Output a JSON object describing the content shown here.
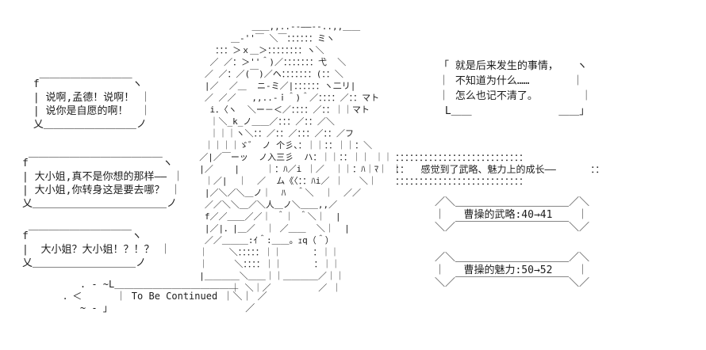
{
  "page": {
    "background_color": "#ffffff",
    "ink_color": "#1c1c1c"
  },
  "narration_box": {
    "lines": [
      "「 就是后来发生的事情，   ヽ",
      "｜ 不知道为什么……       ｜",
      "｜ 怎么也记不清了。       ｜",
      " L＿＿              ＿＿」"
    ]
  },
  "speech_bubbles": [
    {
      "speaker_lines": [
        "说啊,孟德！说啊！",
        "说你是自愿的啊！"
      ],
      "lines": [
        " f￣￣￣￣￣￣￣￣￣ヽ",
        " | 说啊,孟德！说啊！ ｜",
        " | 说你是自愿的啊！  ｜",
        " 乂＿＿＿＿＿＿＿＿＿ノ"
      ]
    },
    {
      "speaker_lines": [
        "大小姐,真不是你想的那样——",
        "大小姐,你转身这是要去哪？"
      ],
      "lines": [
        "f￣￣￣￣￣￣￣￣￣￣￣￣￣ヽ",
        "| 大小姐,真不是你想的那样—— ｜",
        "| 大小姐,你转身这是要去哪？ ｜",
        "乂＿＿＿＿＿＿＿＿＿＿＿＿＿ノ"
      ]
    },
    {
      "speaker_lines": [
        "大小姐？大小姐！？！？"
      ],
      "lines": [
        "f￣￣￣￣￣￣￣￣￣￣ヽ",
        "|  大小姐？大小姐！？！？ ｜",
        "乂＿＿＿＿＿＿＿＿＿＿ノ"
      ]
    }
  ],
  "growth_caption": {
    "text": "感觉到了武略、魅力上的成长——",
    "lines": [
      "：：：：：：：：：：：：：：：：：：：：：：：：：：：",
      "：：  感觉到了武略、魅力上的成长——      ：：",
      "：：：：：：：：：：：：：：：：：：：：：：：：：：："
    ]
  },
  "stat_boxes": [
    {
      "stat": "曹操的武略",
      "from": "40",
      "to": "41",
      "text": "曹操的武略:40→41",
      "lines": [
        "／＼＿＿＿＿＿＿＿＿＿＿＿／＼",
        "｜   曹操的武略:40→41    ｜",
        "＼／￣￣￣￣￣￣￣￣￣￣￣＼／"
      ]
    },
    {
      "stat": "曹操的魅力",
      "from": "50",
      "to": "52",
      "text": "曹操的魅力:50→52",
      "lines": [
        "／＼＿＿＿＿＿＿＿＿＿＿＿／＼",
        "｜   曹操的魅力:50→52    ｜",
        "＼／￣￣￣￣￣￣￣￣￣￣￣＼／"
      ]
    }
  ],
  "to_be_continued": {
    "text": "To Be Continued",
    "lines": [
      "    . - ~L＿＿＿＿＿＿＿＿＿＿＿＿＿",
      " ．＜      ｜ To Be Continued ｜＼｜ ／",
      "    ~ - ｣                        ／"
    ]
  },
  "aa_character": {
    "description": "ascii-art-portrait",
    "lines": [
      "            ＿＿,,..--――--..,,＿＿",
      "        ＿-''￣ ＼￣：：：：：：ミヽ",
      "     ：：：＞ｘ＿＞：：：：：：：：ヽ＼",
      "    ／ ／：＞''＾)／：：：：：：：弋  ＼",
      "   ／ ／：／(￣)／ヘ：：：：：：：(：：＼",
      "   |／  ／＿  ニ-ミ／|：：：：：：ヽ二リ|",
      "   ／ ／／   ,,..-ｉ＾)＾／：：：：／：：マト",
      "    i．〈ヽ  ＼ー－＜／：：：：／：：｜｜マト",
      "    ｜＼_k_ノ＿＿／：：：／：：／＼",
      "    ｜｜｜ヽ＼：：／：：／：：：／：：／フ",
      "   ｜｜｜｜ゞ゛ ノ 个彡、：｜｜：：｜｜：＼",
      "  ／|／￣ーッ  ノ入三彡  ハ：｜｜：：｜｜ ｜｜",
      "  |／    |     ｜：ﾊ／i ｜／  ｜｜：ﾊ｜ﾏ｜ ｜",
      "   ｜／|  ｜  ／  ム《〈：：ﾊi／ ｜   ＼｜",
      "   |／＼／＼＿ノ｜  ﾊ  ＾＼  ｜  ／／",
      "   ／／＼＼＿／＼人＿ノ＼＿＿,,／",
      "   f／／＿＿／／｜ ＾｜ ＾＼｜  |",
      "   |／|．|＿／  ｜ ／＿＿  ＼｜  |",
      "   ／／＿＿＿:ｲ＾:＿＿。ｪq（＾）",
      "  ｜    ＼：：：：：｜｜      ：｜｜",
      "  ｜     ＼：：：：｜｜      ：｜｜",
      "  |＿＿＿＿＼＿＿｜｜＿＿＿＿／｜｜",
      "        ｜ ＼｜／         ／ ｜"
    ]
  }
}
